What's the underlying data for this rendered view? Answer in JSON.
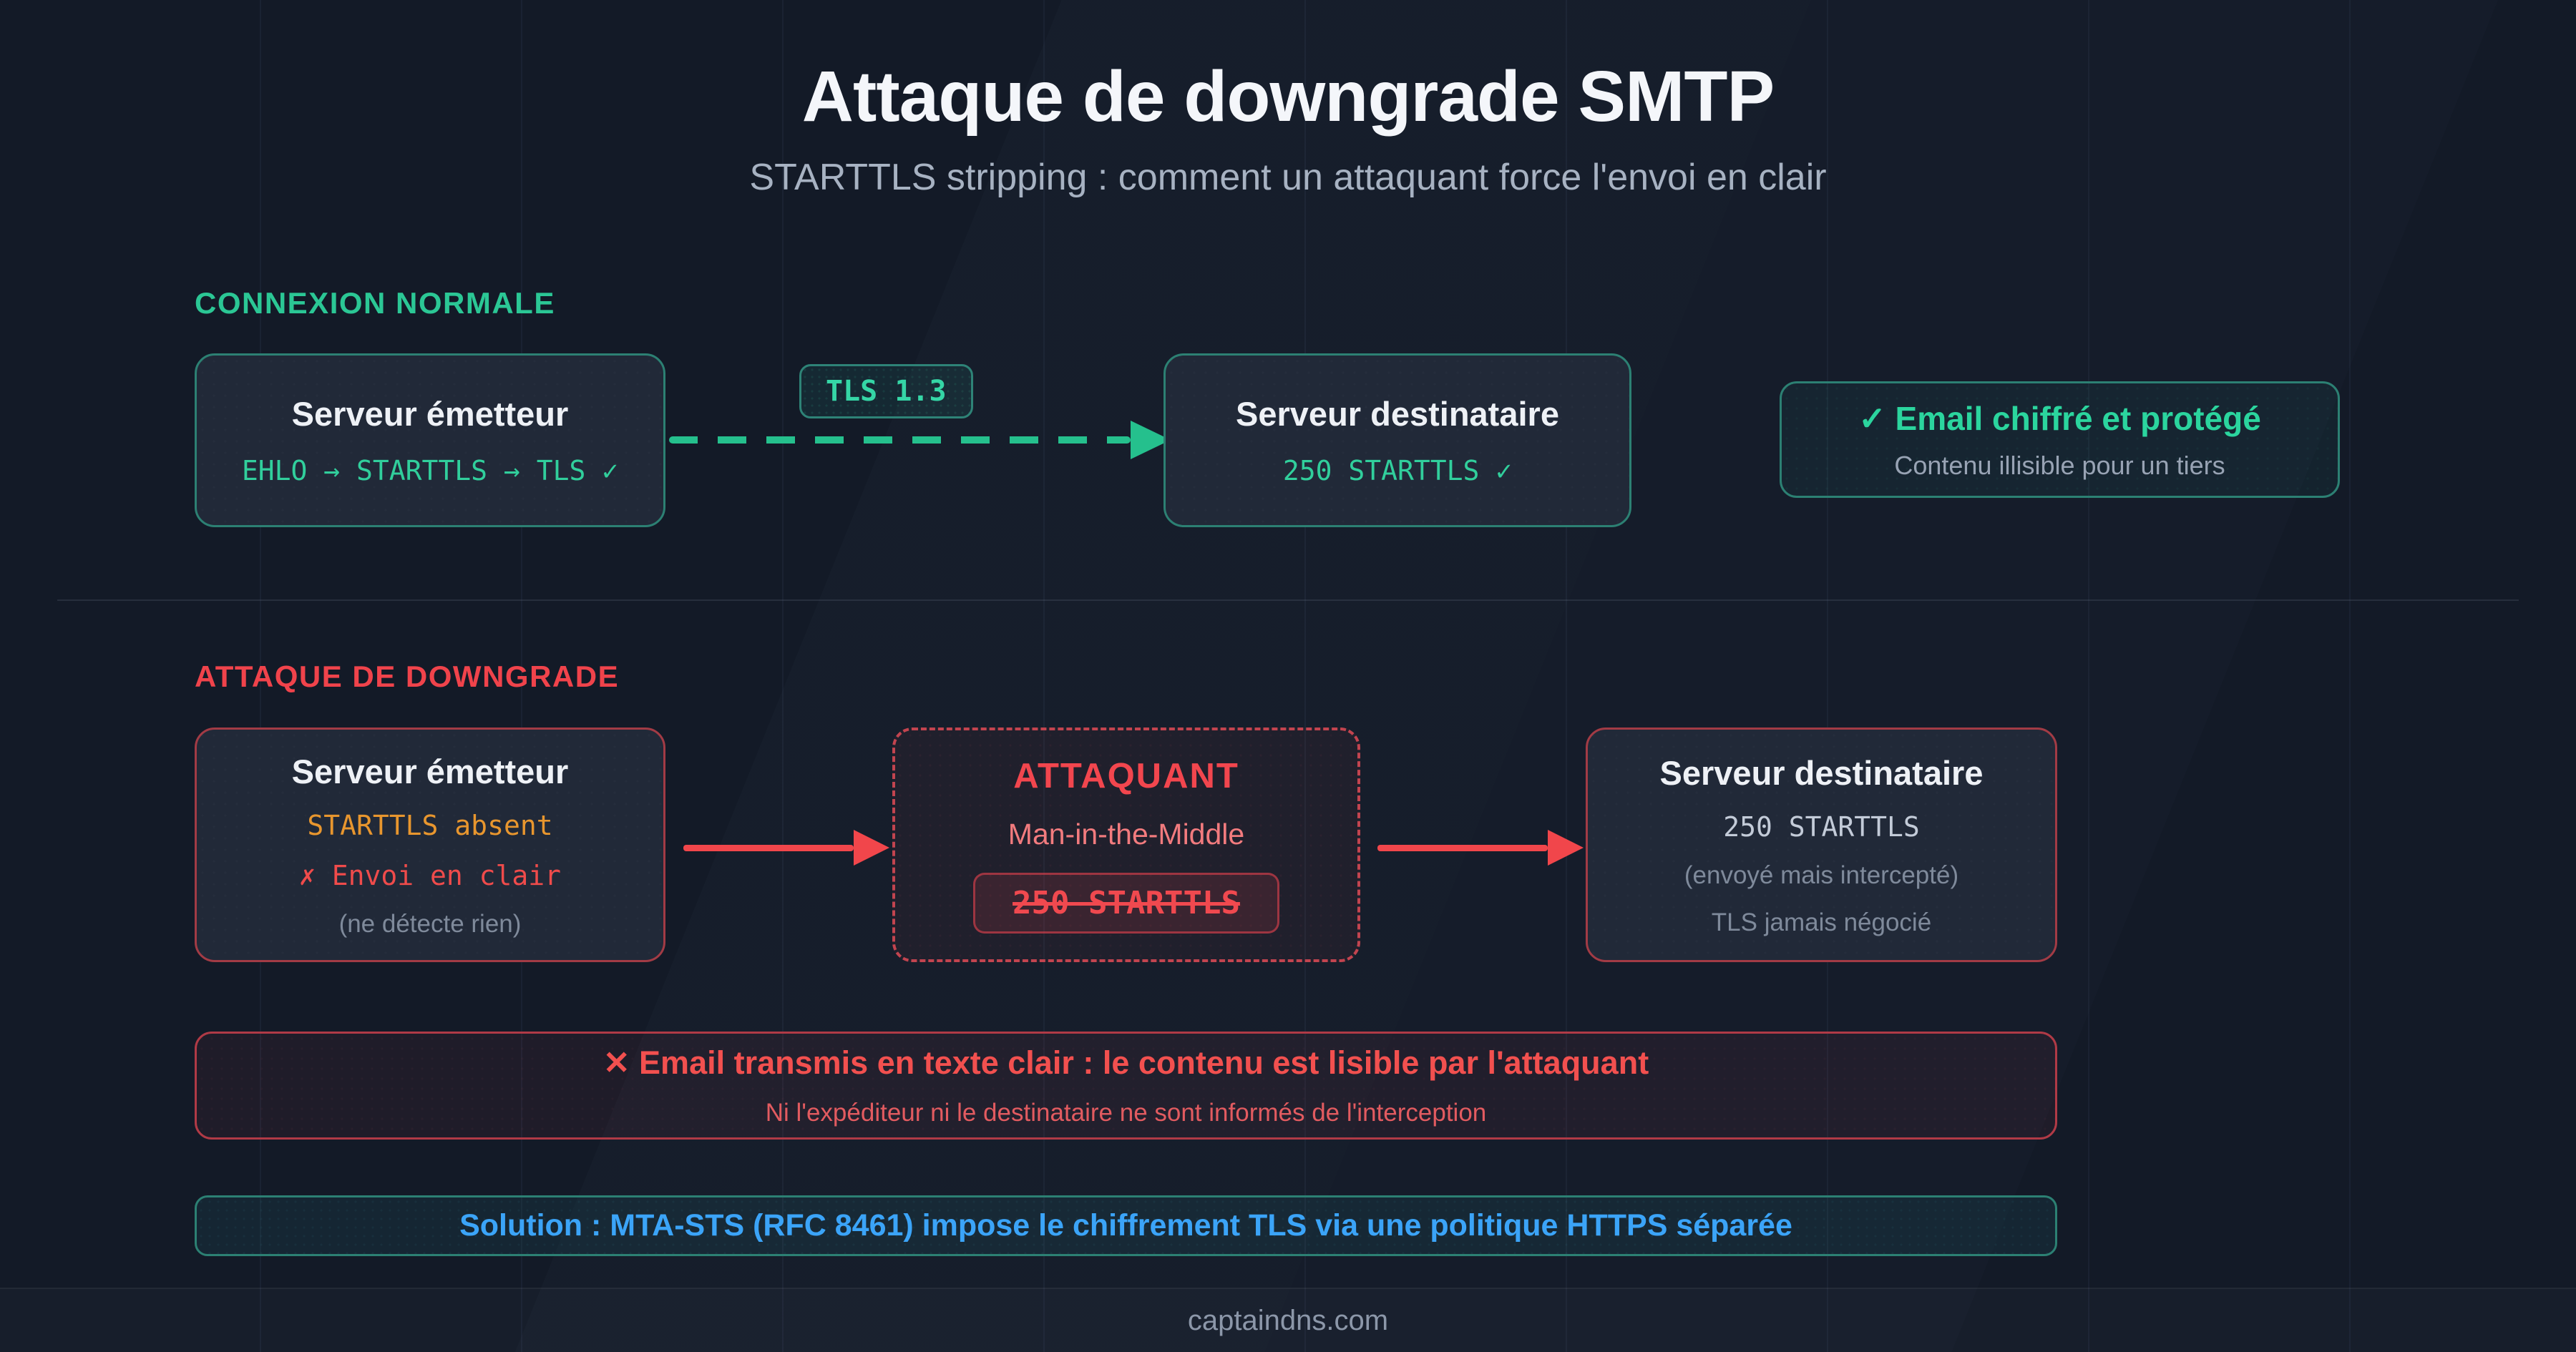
{
  "header": {
    "title": "Attaque de downgrade SMTP",
    "subtitle": "STARTTLS stripping : comment un attaquant force l'envoi en clair"
  },
  "icons": {
    "check": "✓",
    "ballot_x": "✗",
    "cross": "✕"
  },
  "colors": {
    "background": "#131a27",
    "accent_green": "#2bc795",
    "accent_teal_text": "#31cf9c",
    "accent_red": "#f0464d",
    "accent_orange": "#e8962e",
    "accent_blue": "#3ba4f8",
    "box_background": "#212938"
  },
  "normal": {
    "label": "CONNEXION NORMALE",
    "sender": {
      "title": "Serveur émetteur",
      "code": "EHLO → STARTTLS → TLS ✓"
    },
    "badge": "TLS 1.3",
    "receiver": {
      "title": "Serveur destinataire",
      "code": "250 STARTTLS ✓"
    },
    "outcome": {
      "title": "Email chiffré et protégé",
      "subtitle": "Contenu illisible pour un tiers"
    }
  },
  "attack": {
    "label": "ATTAQUE DE DOWNGRADE",
    "sender": {
      "title": "Serveur émetteur",
      "line1": "STARTTLS absent",
      "line2": "Envoi en clair",
      "line3": "(ne détecte rien)"
    },
    "attacker": {
      "title": "ATTAQUANT",
      "subtitle": "Man-in-the-Middle",
      "badge": "250 STARTTLS"
    },
    "receiver": {
      "title": "Serveur destinataire",
      "code": "250 STARTTLS",
      "line2": "(envoyé mais intercepté)",
      "line3": "TLS jamais négocié"
    },
    "warning": {
      "title": "Email transmis en texte clair : le contenu est lisible par l'attaquant",
      "subtitle": "Ni l'expéditeur ni le destinataire ne sont informés de l'interception"
    },
    "solution": "Solution : MTA-STS (RFC 8461) impose le chiffrement TLS via une politique HTTPS séparée"
  },
  "footer": {
    "text": "captaindns.com"
  }
}
